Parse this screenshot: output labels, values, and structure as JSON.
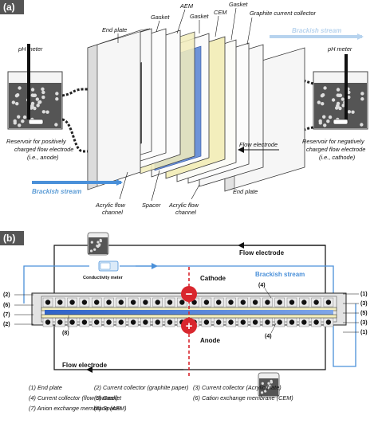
{
  "panel_a": {
    "tag": "(a)",
    "labels": {
      "end_plate_top": "End plate",
      "gasket_1": "Gasket",
      "aem": "AEM",
      "gasket_2": "Gasket",
      "cem": "CEM",
      "gasket_3": "Gasket",
      "graphite_collector": "Graphite current collector",
      "brackish_out": "Brackish stream",
      "ph_left": "pH meter",
      "ph_right": "pH meter",
      "reservoir_left_1": "Reservoir for positively",
      "reservoir_left_2": "charged flow electrode",
      "reservoir_left_3": "(i.e., anode)",
      "reservoir_right_1": "Reservoir for negatively",
      "reservoir_right_2": "charged flow electrode",
      "reservoir_right_3": "(i.e., cathode)",
      "flow_electrode": "Flow electrode",
      "end_plate_bottom": "End plate",
      "brackish_in": "Brackish stream",
      "acrylic_1a": "Acrylic flow",
      "acrylic_1b": "channel",
      "spacer": "Spacer",
      "acrylic_2a": "Acrylic flow",
      "acrylic_2b": "channel"
    }
  },
  "panel_b": {
    "tag": "(b)",
    "labels": {
      "flow_electrode_top": "Flow electrode",
      "conductivity_meter": "Conductivity meter",
      "brackish_stream": "Brackish stream",
      "cathode": "Cathode",
      "anode": "Anode",
      "flow_electrode_bottom": "Flow electrode",
      "minus": "−",
      "plus": "+",
      "n4_top": "(4)",
      "n4_bottom": "(4)",
      "n8": "(8)"
    },
    "left_markers": [
      "(2)",
      "(6)",
      "(7)",
      "(2)"
    ],
    "right_markers": [
      "(1)",
      "(3)",
      "(5)",
      "(3)",
      "(1)"
    ]
  },
  "legend": [
    [
      "(1) End plate",
      "(2) Current collector (graphite paper)",
      "(3) Current collector (Acrylic plate)"
    ],
    [
      "(4) Current collector (flow channel)",
      "(5) Gasket",
      "(6) Cation exchange membrane (CEM)"
    ],
    [
      "(7) Anion exchange membrane (AEM)",
      "(8) Spacer",
      ""
    ]
  ],
  "colors": {
    "blue": "#4a90d9",
    "membrane_yellow": "#f3eebc",
    "cathode_red": "#d9272e",
    "panel_tag_bg": "#555555"
  }
}
